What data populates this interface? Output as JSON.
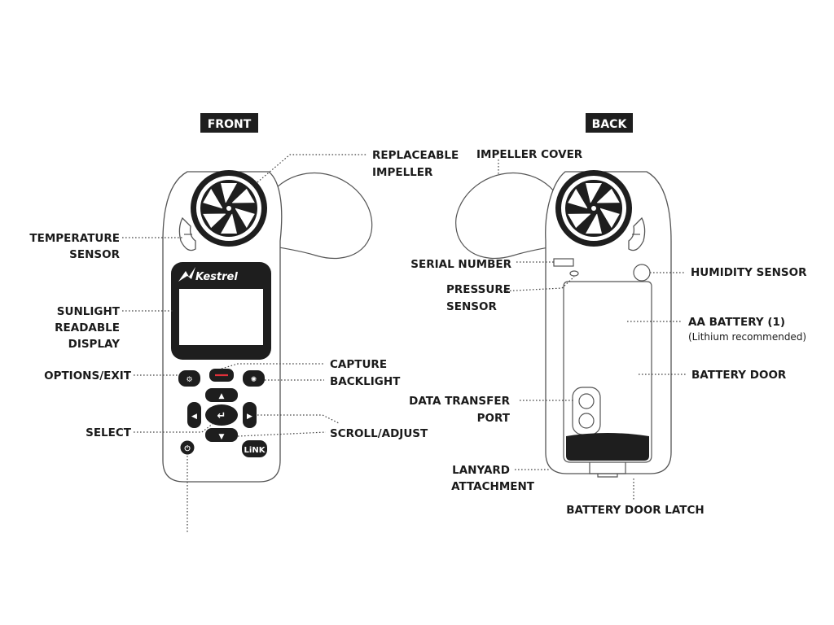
{
  "views": {
    "front": "FRONT",
    "back": "BACK"
  },
  "brand": "Kestrel",
  "link_button": "LiNK",
  "front_labels": {
    "replaceable_line1": "REPLACEABLE",
    "replaceable_line2": "IMPELLER",
    "temperature_line1": "TEMPERATURE",
    "temperature_line2": "SENSOR",
    "display_line1": "SUNLIGHT",
    "display_line2": "READABLE",
    "display_line3": "DISPLAY",
    "capture": "CAPTURE",
    "backlight": "BACKLIGHT",
    "options": "OPTIONS/EXIT",
    "select": "SELECT",
    "scroll": "SCROLL/ADJUST"
  },
  "back_labels": {
    "impeller_cover": "IMPELLER COVER",
    "serial_number": "SERIAL NUMBER",
    "pressure_line1": "PRESSURE",
    "pressure_line2": "SENSOR",
    "humidity": "HUMIDITY SENSOR",
    "battery": "AA BATTERY (1)",
    "battery_note": "(Lithium recommended)",
    "battery_door": "BATTERY DOOR",
    "data_port_line1": "DATA TRANSFER",
    "data_port_line2": "PORT",
    "lanyard_line1": "LANYARD",
    "lanyard_line2": "ATTACHMENT",
    "latch": "BATTERY DOOR LATCH"
  },
  "colors": {
    "device_dark": "#1e1e1e",
    "outline": "#555555",
    "header_bg": "#1e1e1e",
    "capture_accent": "#e0303a"
  }
}
